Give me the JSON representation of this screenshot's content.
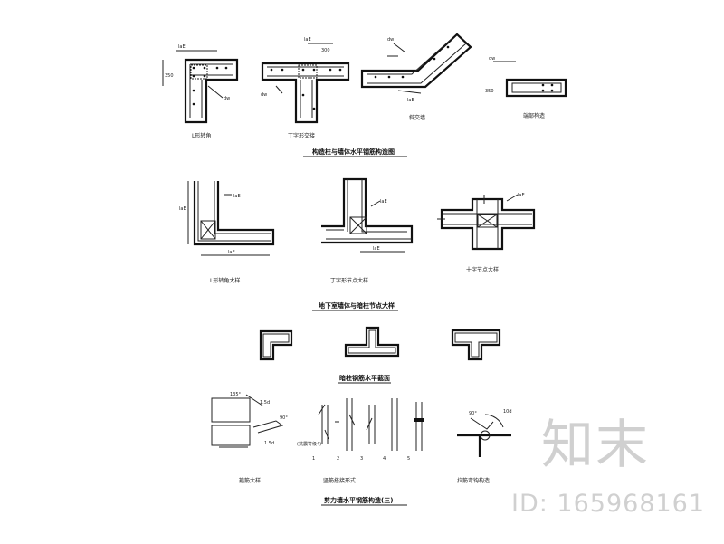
{
  "row1": {
    "labels": [
      "L形转角",
      "丁字形交接",
      "斜交墙",
      "端部构造"
    ],
    "title": "构造柱与墙体水平钢筋构造图"
  },
  "row2": {
    "labels": [
      "L形转角大样",
      "丁字形节点大样",
      "十字节点大样"
    ],
    "title": "地下室墙体与暗柱节点大样"
  },
  "row3": {
    "title": "暗柱钢筋水平截面"
  },
  "row4": {
    "labels": [
      "箍筋大样",
      "竖筋搭接形式",
      "拉筋弯钩构造"
    ],
    "angle_135": "135°",
    "angle_90": "90°",
    "hook": "1.5d",
    "note": "(抗震等级4)",
    "title": "剪力墙水平钢筋构造(三)"
  },
  "watermark": {
    "brand": "知末",
    "id": "ID: 165968161"
  },
  "colors": {
    "ink": "#111111",
    "watermark": "#aaaaaa"
  }
}
